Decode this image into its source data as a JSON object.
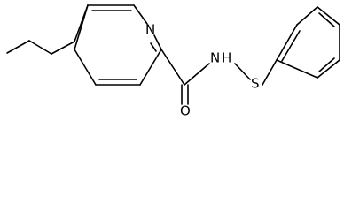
{
  "molecule": {
    "atoms": {
      "pyridine_nitrogen": "N",
      "carbonyl_oxygen": "O",
      "amide_nitrogen": "N",
      "amide_hydrogen": "H",
      "sulfur": "S"
    }
  }
}
